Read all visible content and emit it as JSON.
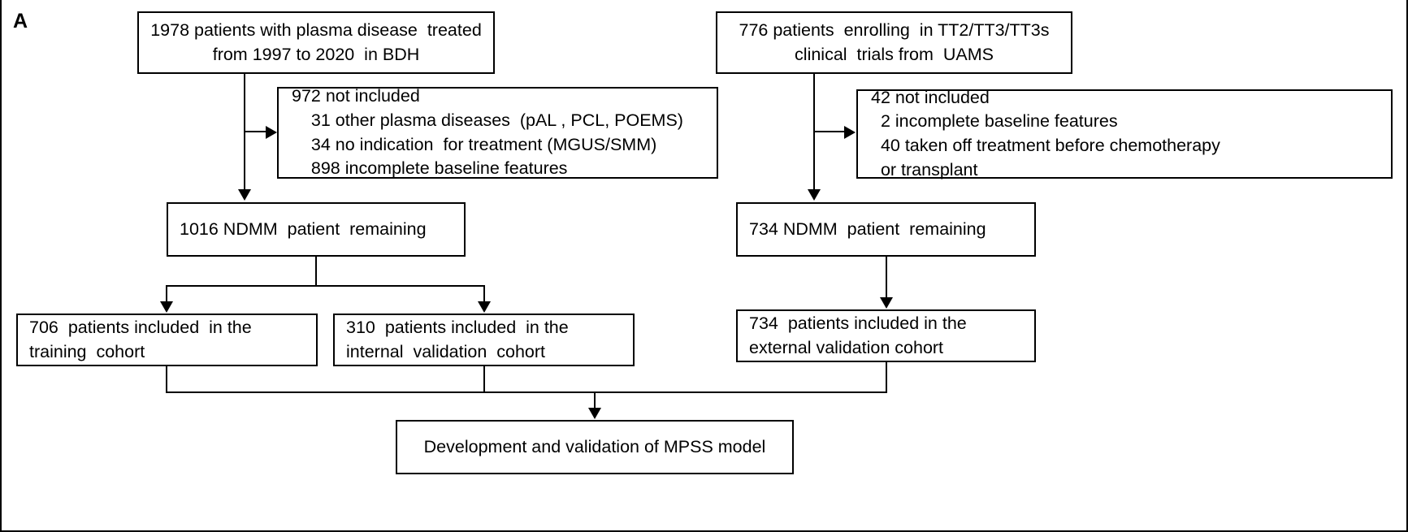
{
  "panel": {
    "label": "A"
  },
  "nodes": {
    "bdh_source": {
      "name": "bdh-source-box",
      "lines": [
        "1978 patients with plasma disease  treated",
        "from 1997 to 2020  in BDH"
      ]
    },
    "bdh_excluded": {
      "name": "bdh-excluded-box",
      "lines": [
        "972 not included",
        "    31 other plasma diseases  (pAL , PCL, POEMS)",
        "    34 no indication  for treatment (MGUS/SMM)",
        "    898 incomplete baseline features"
      ]
    },
    "bdh_remaining": {
      "name": "bdh-remaining-box",
      "lines": [
        "1016 NDMM  patient  remaining"
      ]
    },
    "training_cohort": {
      "name": "training-cohort-box",
      "lines": [
        "706  patients included  in the",
        "training  cohort"
      ]
    },
    "internal_validation_cohort": {
      "name": "internal-validation-cohort-box",
      "lines": [
        "310  patients included  in the",
        "internal  validation  cohort"
      ]
    },
    "uams_source": {
      "name": "uams-source-box",
      "lines": [
        "776 patients  enrolling  in TT2/TT3/TT3s",
        "clinical  trials from  UAMS"
      ]
    },
    "uams_excluded": {
      "name": "uams-excluded-box",
      "lines": [
        "42 not included",
        "  2 incomplete baseline features",
        "  40 taken off treatment before chemotherapy",
        "  or transplant"
      ]
    },
    "uams_remaining": {
      "name": "uams-remaining-box",
      "lines": [
        "734 NDMM  patient  remaining"
      ]
    },
    "external_validation_cohort": {
      "name": "external-validation-cohort-box",
      "lines": [
        "734  patients included in the",
        "external validation cohort"
      ]
    },
    "model": {
      "name": "model-box",
      "lines": [
        "Development and validation of MPSS model"
      ]
    }
  },
  "colors": {
    "stroke": "#000000",
    "background": "#ffffff",
    "text": "#000000"
  }
}
